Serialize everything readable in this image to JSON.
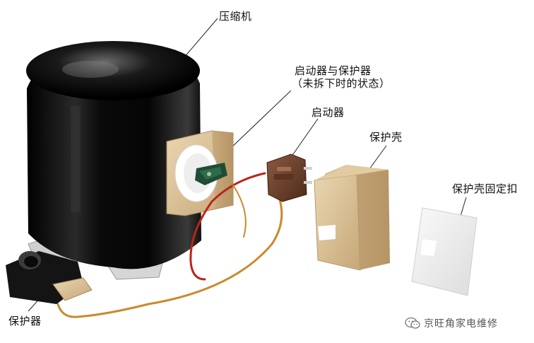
{
  "labels": {
    "compressor": "压缩机",
    "starter_protector_line1": "启动器与保护器",
    "starter_protector_line2": "（未拆下时的状态）",
    "starter": "启动器",
    "protector_cover": "保护壳",
    "cover_clip": "保护壳固定扣",
    "protector": "保护器"
  },
  "watermark": {
    "icon": "wechat-icon",
    "text": "京旺角家电维修"
  },
  "colors": {
    "compressor_body": "#0d0d0d",
    "tan_parts": "#d8bf95",
    "wire_red": "#b8261c",
    "wire_orange": "#c98a2c",
    "starter_brown": "#6d3f2a",
    "clip_white": "#f2f2f2"
  }
}
